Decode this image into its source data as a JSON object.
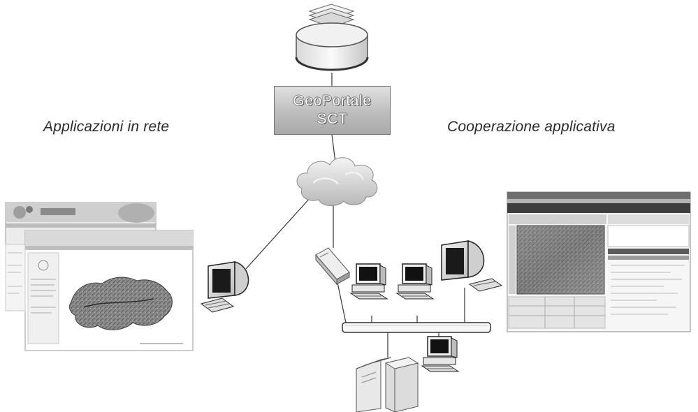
{
  "diagram": {
    "portal_box": {
      "line1": "GeoPortale",
      "line2": "SCT"
    },
    "left_label": "Applicazioni in rete",
    "right_label": "Cooperazione applicativa",
    "icons": {
      "database": "database-icon",
      "cloud": "cloud-icon",
      "router": "router-icon",
      "server": "server-icon",
      "workstation": "desktop-computer-icon",
      "monitor": "crt-monitor-icon"
    },
    "colors": {
      "line": "#333333",
      "box_fill": "#bdbdbd",
      "box_text": "#ffffff",
      "label_text": "#2a2a2a"
    }
  }
}
